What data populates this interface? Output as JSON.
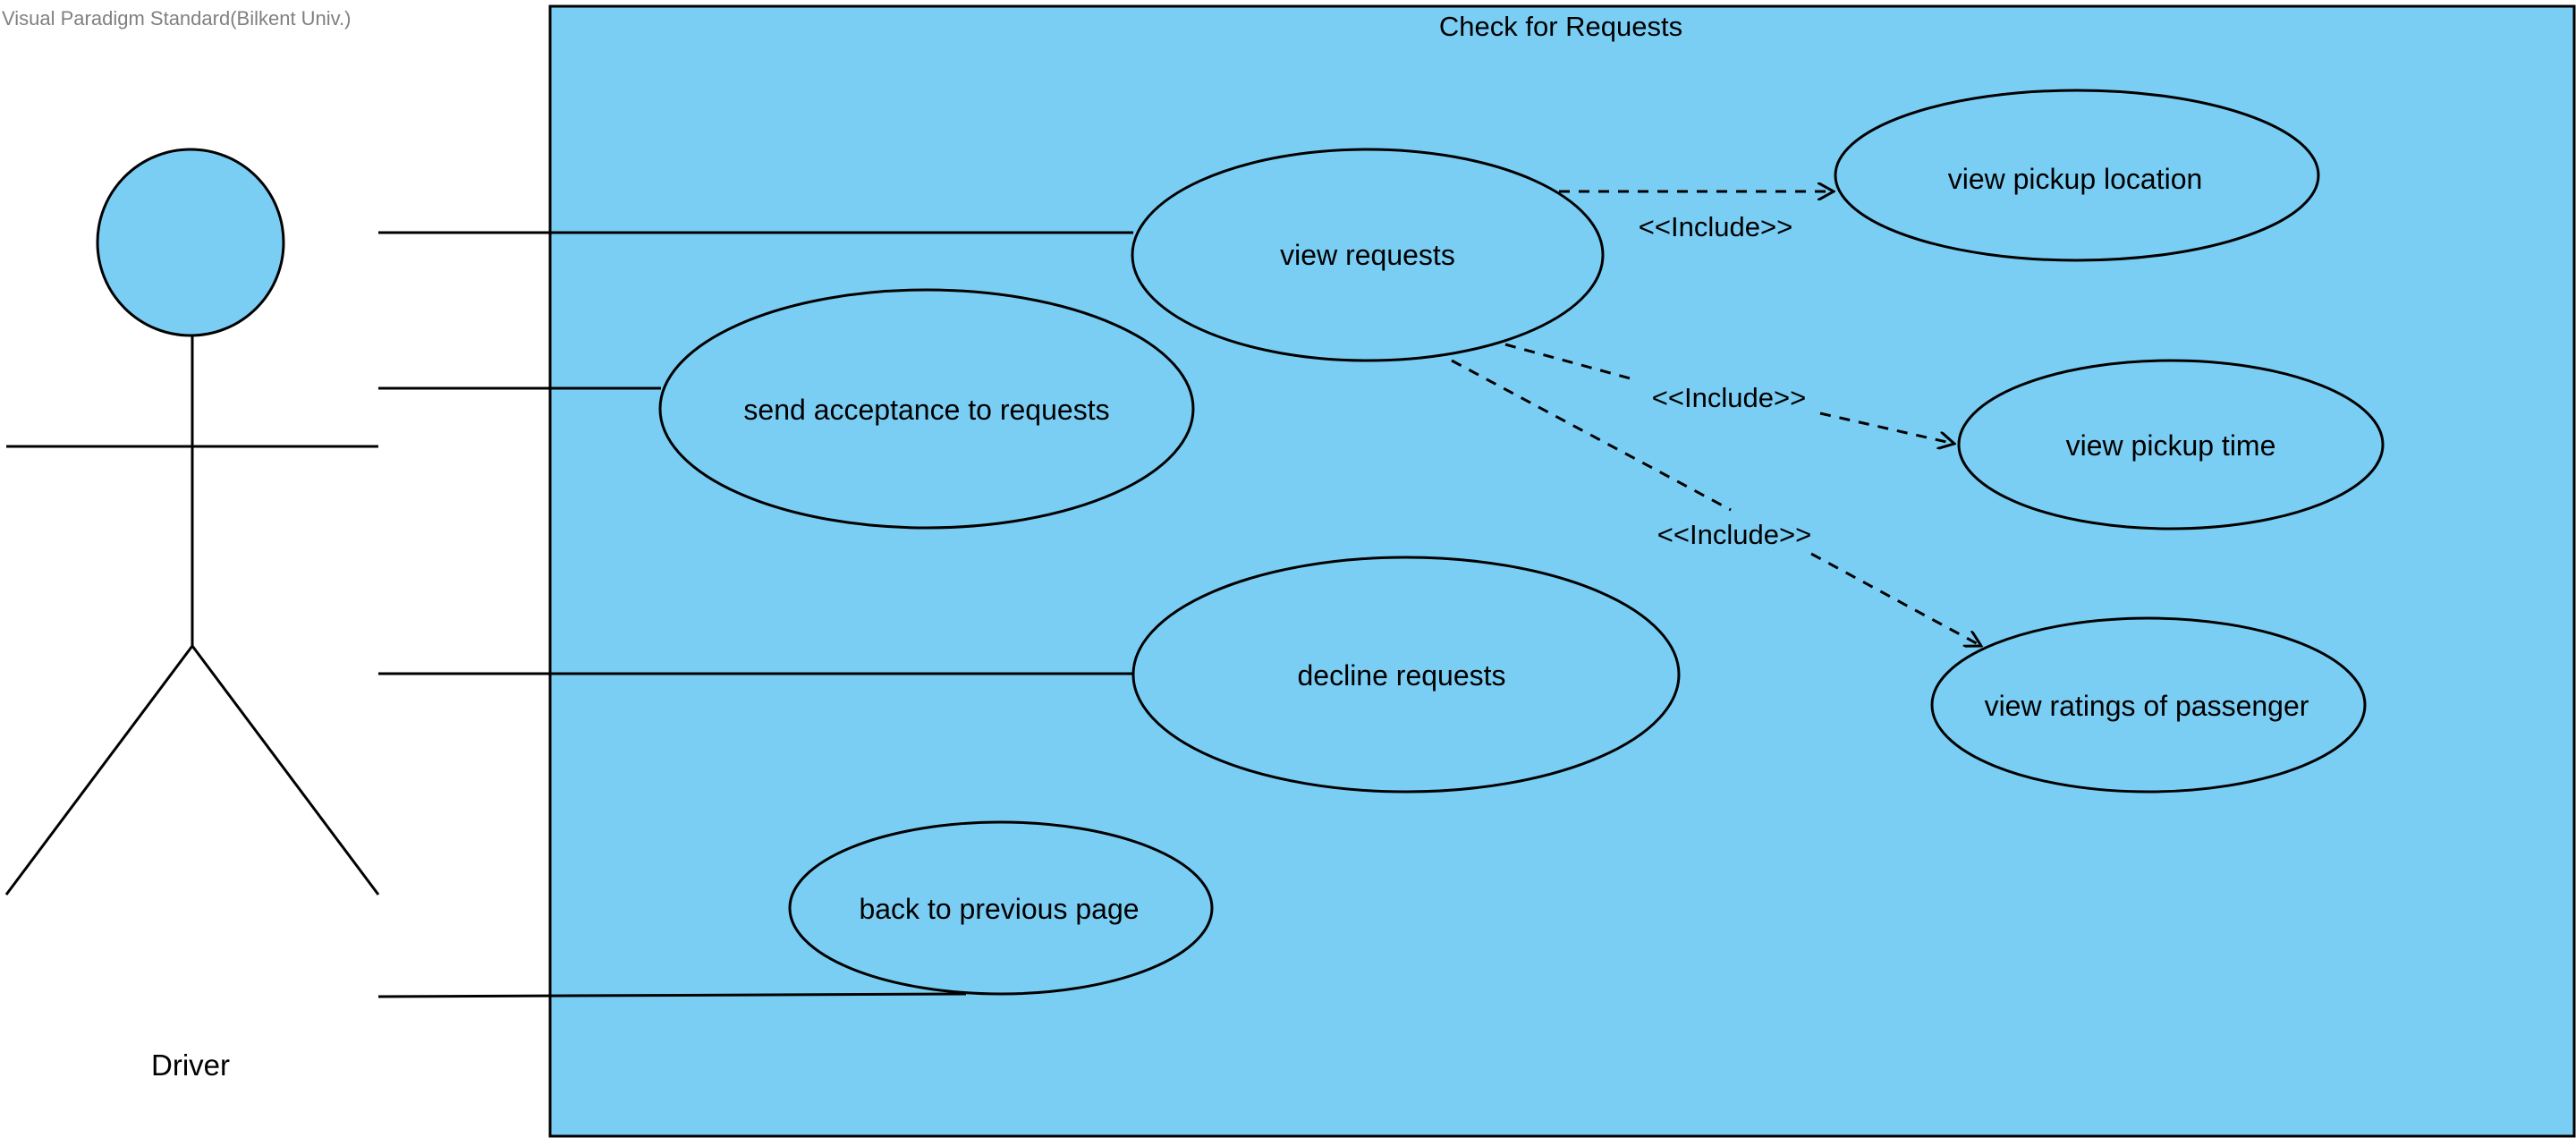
{
  "watermark": "Visual Paradigm Standard(Bilkent Univ.)",
  "system": {
    "title": "Check for Requests",
    "fill": "#7ACEF4"
  },
  "actor": {
    "name": "Driver",
    "fill": "#7ACEF4"
  },
  "use_cases": {
    "view_requests": "view requests",
    "send_acceptance": "send acceptance to requests",
    "decline_requests": "decline requests",
    "back_previous": "back to previous page",
    "view_pickup_location": "view pickup location",
    "view_pickup_time": "view pickup time",
    "view_ratings": "view ratings of passenger"
  },
  "relations": {
    "include_location": "<<Include>>",
    "include_time": "<<Include>>",
    "include_ratings": "<<Include>>"
  },
  "colors": {
    "usecase_fill": "#7ACEF4",
    "line": "#000000"
  }
}
